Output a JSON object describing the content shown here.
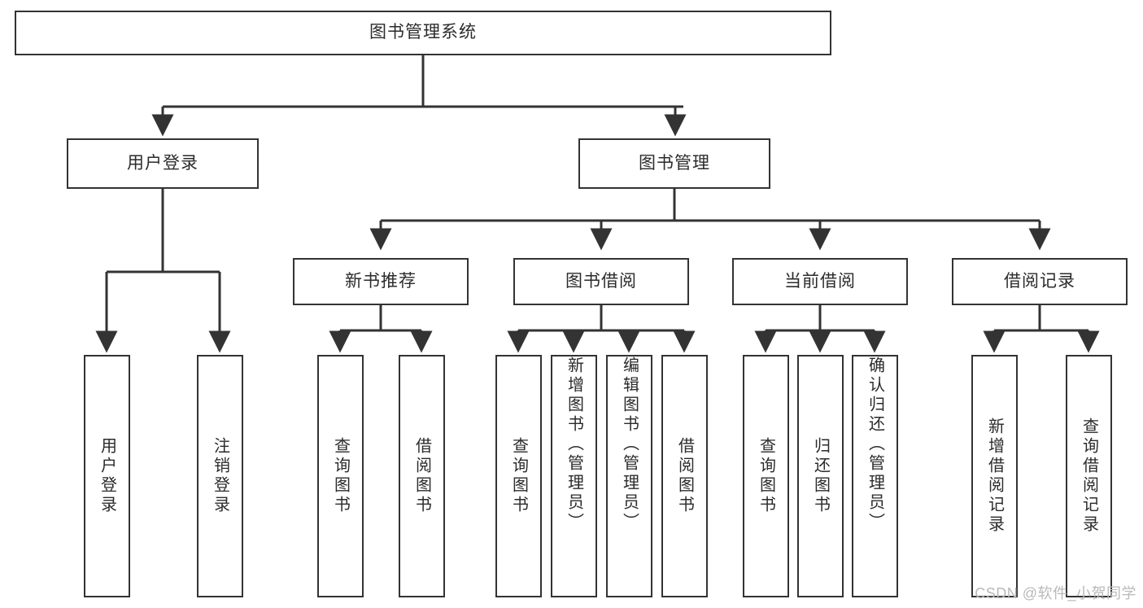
{
  "diagram": {
    "type": "tree",
    "title": "图书管理系统",
    "watermark": "CSDN @软件_小贺同学",
    "colors": {
      "box_border": "#333333",
      "box_fill": "#ffffff",
      "connector": "#333333",
      "text": "#2b2b2b",
      "watermark": "#b9b9b9"
    },
    "nodes": {
      "root": {
        "label": "图书管理系统"
      },
      "level2": [
        {
          "label": "用户登录"
        },
        {
          "label": "图书管理"
        }
      ],
      "level3": [
        {
          "label": "新书推荐"
        },
        {
          "label": "图书借阅"
        },
        {
          "label": "当前借阅"
        },
        {
          "label": "借阅记录"
        }
      ],
      "leaves": {
        "user_login": [
          {
            "label": "用户登录"
          },
          {
            "label": "注销登录"
          }
        ],
        "new_book_recommend": [
          {
            "label": "查询图书"
          },
          {
            "label": "借阅图书"
          }
        ],
        "book_borrow": [
          {
            "label": "查询图书"
          },
          {
            "label": "新增图书（管理员）"
          },
          {
            "label": "编辑图书（管理员）"
          },
          {
            "label": "借阅图书"
          }
        ],
        "current_borrow": [
          {
            "label": "查询图书"
          },
          {
            "label": "归还图书"
          },
          {
            "label": "确认归还（管理员）"
          }
        ],
        "borrow_record": [
          {
            "label": "新增借阅记录"
          },
          {
            "label": "查询借阅记录"
          }
        ]
      }
    }
  }
}
